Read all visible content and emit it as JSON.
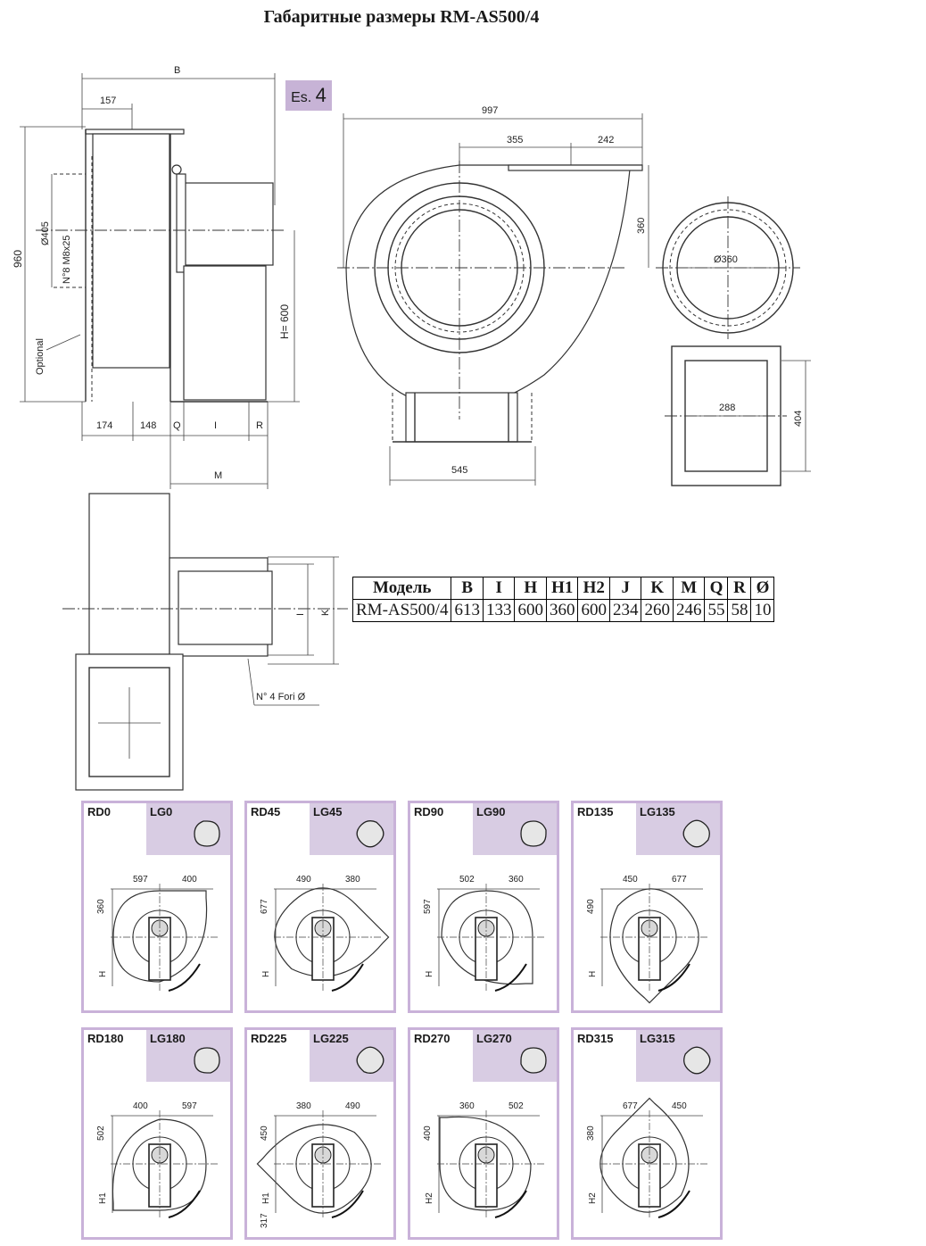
{
  "title": "Габаритные размеры RM-AS500/4",
  "badge": {
    "prefix": "Es.",
    "number": "4"
  },
  "side_view": {
    "labels": {
      "B": "B",
      "d157": "157",
      "h960": "960",
      "d405": "Ø405",
      "holes": "N°8 M8x25",
      "optional": "Optional",
      "h600": "H= 600",
      "d174": "174",
      "d148": "148",
      "Q": "Q",
      "I": "I",
      "R": "R",
      "M": "M"
    }
  },
  "front_view": {
    "labels": {
      "d997": "997",
      "d355": "355",
      "d242": "242",
      "d360": "360",
      "d545": "545"
    }
  },
  "flange_round": {
    "label": "Ø360"
  },
  "flange_rect": {
    "w": "288",
    "h": "404"
  },
  "top_view": {
    "labels": {
      "I": "I",
      "K": "K",
      "holes": "N° 4 Fori Ø"
    }
  },
  "spec_table": {
    "headers": [
      "Модель",
      "B",
      "I",
      "H",
      "H1",
      "H2",
      "J",
      "K",
      "M",
      "Q",
      "R",
      "Ø"
    ],
    "row": [
      "RM-AS500/4",
      "613",
      "133",
      "600",
      "360",
      "600",
      "234",
      "260",
      "246",
      "55",
      "58",
      "10"
    ]
  },
  "orientations": [
    {
      "rd": "RD0",
      "lg": "LG0",
      "a": "597",
      "b": "400",
      "v": "360",
      "h": "H"
    },
    {
      "rd": "RD45",
      "lg": "LG45",
      "a": "490",
      "b": "380",
      "v": "677",
      "h": "H"
    },
    {
      "rd": "RD90",
      "lg": "LG90",
      "a": "502",
      "b": "360",
      "v": "597",
      "h": "H"
    },
    {
      "rd": "RD135",
      "lg": "LG135",
      "a": "450",
      "b": "677",
      "v": "490",
      "h": "H"
    },
    {
      "rd": "RD180",
      "lg": "LG180",
      "a": "400",
      "b": "597",
      "v": "502",
      "h": "H1"
    },
    {
      "rd": "RD225",
      "lg": "LG225",
      "a": "380",
      "b": "490",
      "v": "450",
      "h": "H1",
      "extra": "317"
    },
    {
      "rd": "RD270",
      "lg": "LG270",
      "a": "360",
      "b": "502",
      "v": "400",
      "h": "H2"
    },
    {
      "rd": "RD315",
      "lg": "LG315",
      "a": "677",
      "b": "450",
      "v": "380",
      "h": "H2"
    }
  ]
}
